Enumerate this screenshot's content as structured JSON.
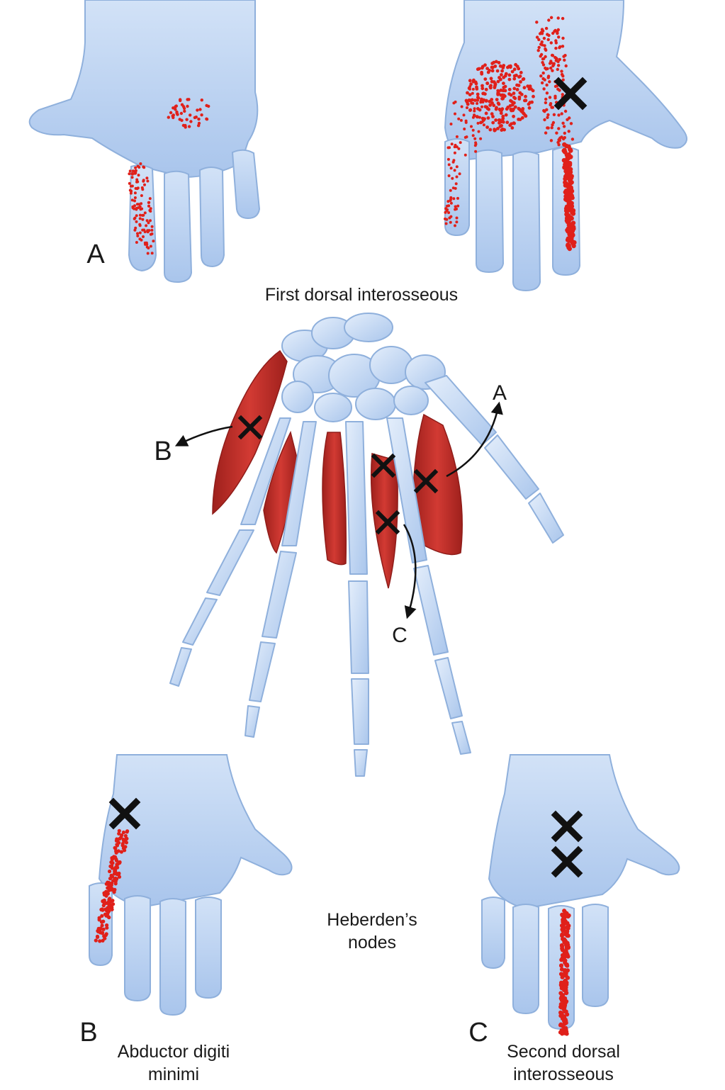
{
  "panel_letters": {
    "a": "A",
    "b": "B",
    "c": "C"
  },
  "captions": {
    "top_center": "First dorsal interosseous",
    "bottom_center_line1": "Heberden’s",
    "bottom_center_line2": "nodes",
    "bottom_left_line1": "Abductor digiti",
    "bottom_left_line2": "minimi",
    "bottom_right_line1": "Second dorsal",
    "bottom_right_line2": "interosseous"
  },
  "arrow_labels": {
    "a": "A",
    "b": "B",
    "c": "C"
  },
  "colors": {
    "skin": "#bcd3f0",
    "skin_edge": "#8fb0dc",
    "bone": "#c9dcf4",
    "bone_edge": "#8fb0dc",
    "muscle": "#c4302b",
    "muscle_dark": "#8f1d1a",
    "pain_dot": "#e0201a",
    "trigger_x": "#111111"
  }
}
